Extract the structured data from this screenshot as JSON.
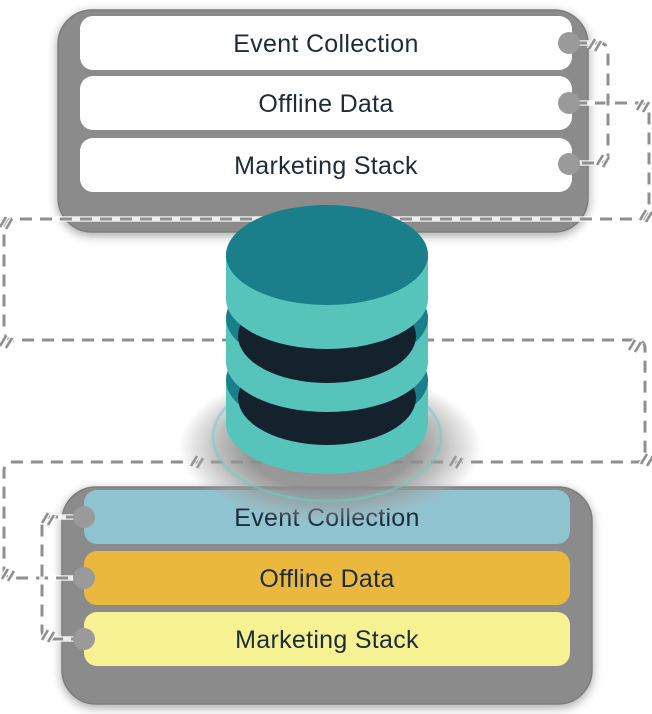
{
  "top_stack": {
    "items": [
      {
        "label": "Event Collection"
      },
      {
        "label": "Offline Data"
      },
      {
        "label": "Marketing Stack"
      }
    ]
  },
  "bottom_stack": {
    "items": [
      {
        "label": "Event Collection"
      },
      {
        "label": "Offline Data"
      },
      {
        "label": "Marketing Stack"
      }
    ]
  },
  "database": {
    "disks": "3"
  },
  "colors": {
    "background": "#ffffff",
    "container_grey": "#8b8b8b",
    "bar_white": "#ffffff",
    "bar_blue": "#8fc3d0",
    "bar_gold": "#e9b83c",
    "bar_yellow": "#f6f291",
    "label_text": "#1d2b3a",
    "db_teal_dark": "#1a7f8b",
    "db_teal_light": "#57c4bc",
    "db_gap_navy": "#14222e",
    "dash_grey": "#8f8f8f",
    "dot_grey": "#9a9a9a"
  }
}
